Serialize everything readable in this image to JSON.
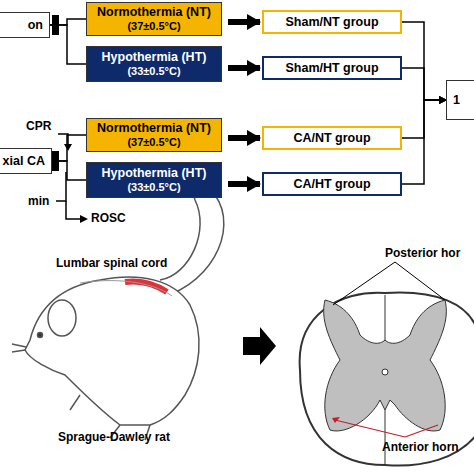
{
  "diagram": {
    "nodes": [
      {
        "text": [
          "on"
        ]
      },
      {
        "text": [
          "Normothermia (NT)",
          "(37±0.5°C)"
        ]
      },
      {
        "text": [
          "Hypothermia (HT)",
          "(33±0.5°C)"
        ]
      },
      {
        "text": [
          "Sham/NT group"
        ]
      },
      {
        "text": [
          "Sham/HT group"
        ]
      },
      {
        "text": [
          "1"
        ]
      },
      {
        "text": [
          "xial CA"
        ]
      },
      {
        "text": [
          "Normothermia (NT)",
          "(37±0.5°C)"
        ]
      },
      {
        "text": [
          "Hypothermia (HT)",
          "(33±0.5°C)"
        ]
      },
      {
        "text": [
          "CA/NT group"
        ]
      },
      {
        "text": [
          "CA/HT group"
        ]
      }
    ],
    "edges": [
      {
        "from": 0,
        "to": 1,
        "arrow": "none"
      },
      {
        "from": 0,
        "to": 2,
        "arrow": "none"
      },
      {
        "from": 1,
        "to": 3,
        "arrow": "to"
      },
      {
        "from": 2,
        "to": 4,
        "arrow": "to"
      },
      {
        "from": 3,
        "to": 5,
        "arrow": "to"
      },
      {
        "from": 4,
        "to": 5,
        "arrow": "to"
      },
      {
        "from": 6,
        "to": 7,
        "arrow": "none"
      },
      {
        "from": 6,
        "to": 8,
        "arrow": "none"
      },
      {
        "from": 7,
        "to": 9,
        "arrow": "to"
      },
      {
        "from": 8,
        "to": 10,
        "arrow": "to"
      },
      {
        "from": 9,
        "to": 5,
        "arrow": "to"
      },
      {
        "from": 10,
        "to": 5,
        "arrow": "to"
      }
    ],
    "labels": [
      "CPR",
      "min",
      "ROSC",
      "Lumbar spinal cord",
      "Sprague-Dawley rat",
      "Posterior hor",
      "Anterior horn"
    ]
  }
}
